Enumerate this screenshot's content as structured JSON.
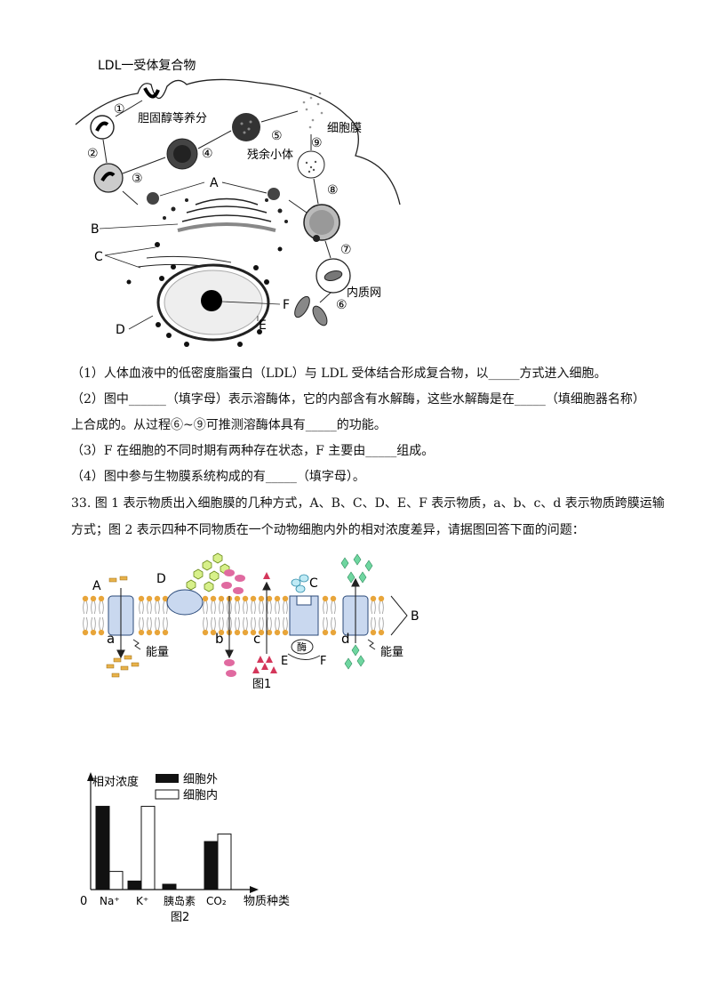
{
  "fig_top": {
    "ldl_label": "LDL一受体复合物",
    "cholesterol_label": "胆固醇等养分",
    "residual_label": "残余小体",
    "membrane_label": "细胞膜",
    "er_label": "内质网",
    "letters": {
      "A": "A",
      "B": "B",
      "C": "C",
      "D": "D",
      "E": "E",
      "F": "F"
    },
    "steps": [
      "①",
      "②",
      "③",
      "④",
      "⑤",
      "⑥",
      "⑦",
      "⑧",
      "⑨"
    ]
  },
  "questions_32": [
    "（1）人体血液中的低密度脂蛋白（LDL）与 LDL 受体结合形成复合物，以_____方式进入细胞。",
    "（2）图中______（填字母）表示溶酶体，它的内部含有水解酶，这些水解酶是在_____（填细胞器名称）",
    "上合成的。从过程⑥~⑨可推测溶酶体具有_____的功能。",
    "（3）F 在细胞的不同时期有两种存在状态，F 主要由_____组成。",
    "（4）图中参与生物膜系统构成的有_____（填字母）。"
  ],
  "q33": [
    "33. 图 1 表示物质出入细胞膜的几种方式，A、B、C、D、E、F 表示物质，a、b、c、d 表示物质跨膜运输",
    "方式；图 2 表示四种不同物质在一个动物细胞内外的相对浓度差异，请据图回答下面的问题："
  ],
  "fig1": {
    "labels": {
      "A": "A",
      "B": "B",
      "C": "C",
      "D": "D",
      "E": "E",
      "F": "F",
      "a": "a",
      "b": "b",
      "c": "c",
      "d": "d"
    },
    "energy": "能量",
    "enzyme": "酶",
    "caption": "图1"
  },
  "chart_data": {
    "type": "bar",
    "ylabel": "相对浓度",
    "xlabel": "物质种类",
    "origin_label": "0",
    "categories": [
      "Na⁺",
      "K⁺",
      "胰岛素",
      "CO₂"
    ],
    "series": [
      {
        "name": "细胞外",
        "values": [
          0.78,
          0.08,
          0.05,
          0.45
        ],
        "color": "#111111"
      },
      {
        "name": "细胞内",
        "values": [
          0.17,
          0.78,
          0.0,
          0.52
        ],
        "color": "#ffffff"
      }
    ],
    "ylim": [
      0,
      1
    ],
    "legend": "top",
    "caption": "图2"
  }
}
